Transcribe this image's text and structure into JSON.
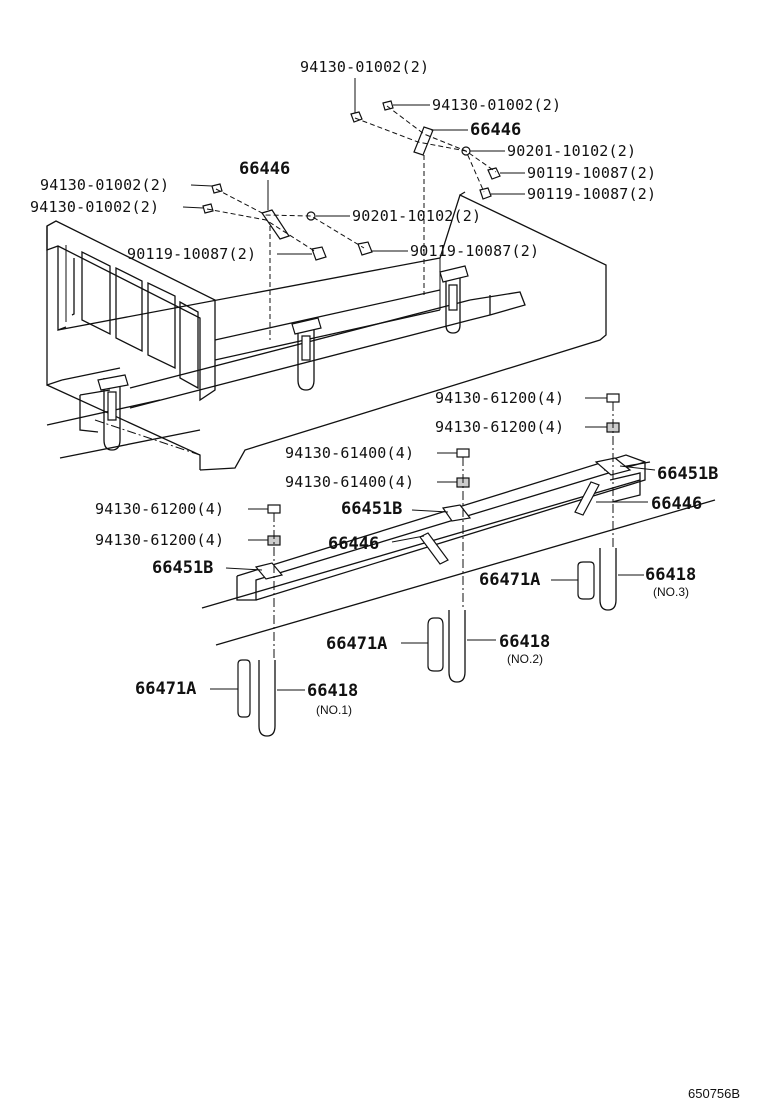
{
  "diagram": {
    "figure_code": "650756B",
    "callouts": [
      {
        "id": "c1",
        "text": "94130-01002(2)"
      },
      {
        "id": "c2",
        "text": "94130-01002(2)"
      },
      {
        "id": "c3",
        "text": "66446"
      },
      {
        "id": "c4",
        "text": "90201-10102(2)"
      },
      {
        "id": "c5",
        "text": "90119-10087(2)"
      },
      {
        "id": "c6",
        "text": "90119-10087(2)"
      },
      {
        "id": "c7",
        "text": "66446"
      },
      {
        "id": "c8",
        "text": "94130-01002(2)"
      },
      {
        "id": "c9",
        "text": "94130-01002(2)"
      },
      {
        "id": "c10",
        "text": "90201-10102(2)"
      },
      {
        "id": "c11",
        "text": "90119-10087(2)"
      },
      {
        "id": "c12",
        "text": "90119-10087(2)"
      },
      {
        "id": "c13",
        "text": "94130-61200(4)"
      },
      {
        "id": "c14",
        "text": "94130-61200(4)"
      },
      {
        "id": "c15",
        "text": "94130-61400(4)"
      },
      {
        "id": "c16",
        "text": "94130-61400(4)"
      },
      {
        "id": "c17",
        "text": "66451B"
      },
      {
        "id": "c18",
        "text": "66446"
      },
      {
        "id": "c19",
        "text": "94130-61200(4)"
      },
      {
        "id": "c20",
        "text": "66451B"
      },
      {
        "id": "c21",
        "text": "94130-61200(4)"
      },
      {
        "id": "c22",
        "text": "66446"
      },
      {
        "id": "c23",
        "text": "66451B"
      },
      {
        "id": "c24",
        "text": "66471A"
      },
      {
        "id": "c25",
        "text": "66418"
      },
      {
        "id": "c26",
        "text": "(NO.3)"
      },
      {
        "id": "c27",
        "text": "66471A"
      },
      {
        "id": "c28",
        "text": "66418"
      },
      {
        "id": "c29",
        "text": "(NO.2)"
      },
      {
        "id": "c30",
        "text": "66471A"
      },
      {
        "id": "c31",
        "text": "66418"
      },
      {
        "id": "c32",
        "text": "(NO.1)"
      }
    ]
  }
}
